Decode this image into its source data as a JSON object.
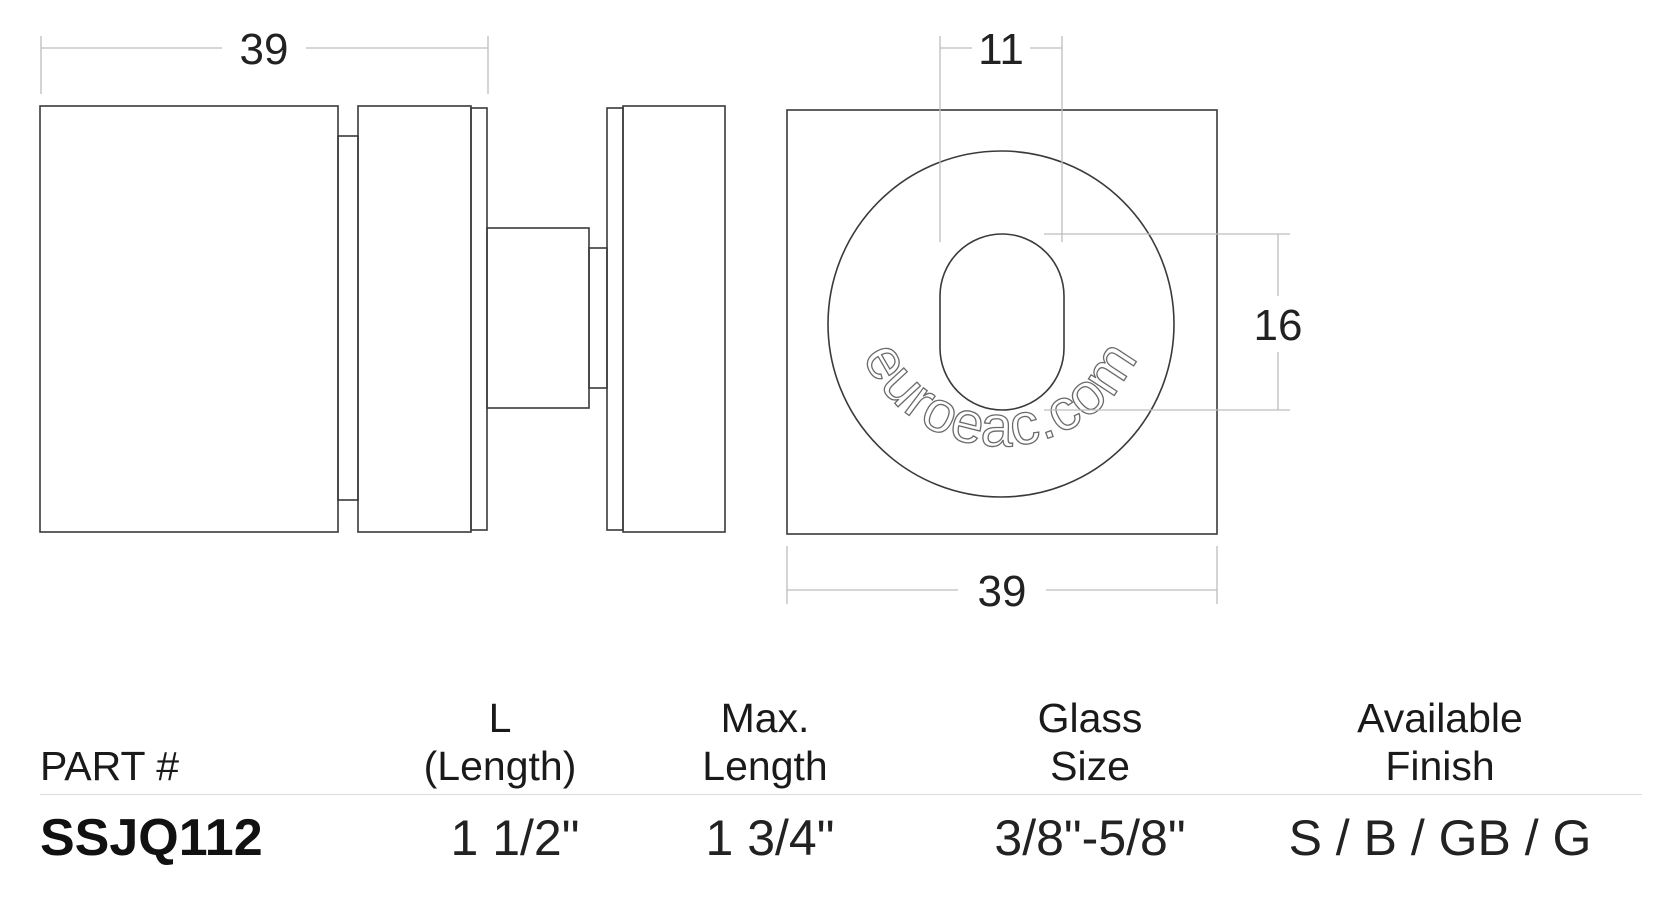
{
  "dimensions": {
    "side_width": "39",
    "slot_width": "11",
    "slot_height": "16",
    "front_width": "39"
  },
  "watermark": "euroeac.com",
  "table": {
    "headers": [
      {
        "line1": "",
        "line2": "PART #"
      },
      {
        "line1": "L",
        "line2": "(Length)"
      },
      {
        "line1": "Max.",
        "line2": "Length"
      },
      {
        "line1": "Glass",
        "line2": "Size"
      },
      {
        "line1": "Available",
        "line2": "Finish"
      }
    ],
    "row": [
      "SSJQ112",
      "1 1/2\"",
      "1 3/4\"",
      "3/8\"-5/8\"",
      "S / B / GB / G"
    ]
  }
}
